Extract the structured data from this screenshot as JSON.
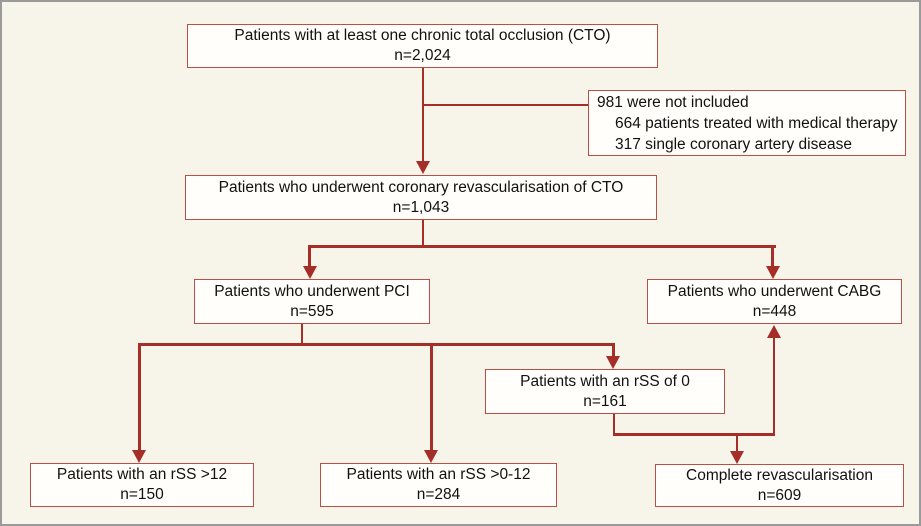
{
  "colors": {
    "background": "#f7f4ea",
    "box_fill": "#fffefa",
    "box_border": "#bb4f46",
    "line": "#a52f28",
    "outer_border": "#9a9a9a",
    "text": "#111111"
  },
  "nodes": {
    "cto": {
      "label": "Patients with at least one chronic total occlusion (CTO)",
      "n": "n=2,024"
    },
    "excluded": {
      "title": "981 were not included",
      "items": [
        "664 patients treated with medical therapy",
        "317 single coronary artery disease"
      ]
    },
    "revasc": {
      "label": "Patients who underwent coronary revascularisation of CTO",
      "n": "n=1,043"
    },
    "pci": {
      "label": "Patients who underwent PCI",
      "n": "n=595"
    },
    "cabg": {
      "label": "Patients who underwent CABG",
      "n": "n=448"
    },
    "rss0": {
      "label": "Patients with an rSS of 0",
      "n": "n=161"
    },
    "rss_gt12": {
      "label": "Patients with an rSS >12",
      "n": "n=150"
    },
    "rss_0_12": {
      "label": "Patients with an rSS >0-12",
      "n": "n=284"
    },
    "complete": {
      "label": "Complete revascularisation",
      "n": "n=609"
    }
  }
}
